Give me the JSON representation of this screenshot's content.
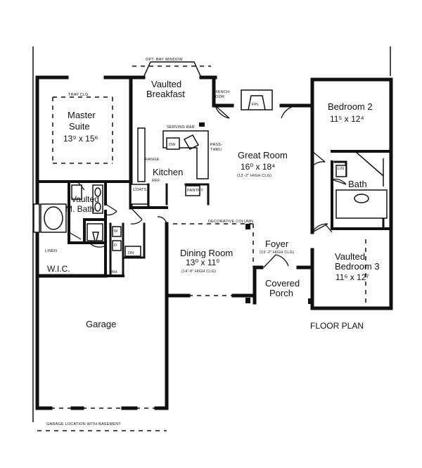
{
  "labels": {
    "opt_bay_window": "OPT. BAY WINDOW",
    "vaulted_breakfast_1": "Vaulted",
    "vaulted_breakfast_2": "Breakfast",
    "tray_clg": "TRAY CLG",
    "master_suite_1": "Master",
    "master_suite_2": "Suite",
    "master_suite_dim": "13⁹ x 15⁶",
    "french_door_1": "FRENCH",
    "french_door_2": "DOOR",
    "fpl": "FPL",
    "bedroom2": "Bedroom 2",
    "bedroom2_dim": "11⁵ x 12⁴",
    "serving_bar": "SERVING BAR",
    "dw": "DW",
    "pass_thru_1": "PASS-",
    "pass_thru_2": "THRU",
    "great_room": "Great Room",
    "great_room_dim": "16⁰ x 18⁴",
    "great_room_clg": "(13'-2\" HIGH CLG)",
    "range": "RANGE",
    "kitchen": "Kitchen",
    "ref": "REF.",
    "coats": "COATS",
    "pantry": "PANTRY",
    "lin_bath": "LIN",
    "bath": "Bath",
    "vaulted_mbath_1": "Vaulted",
    "vaulted_mbath_2": "M. Bath",
    "linen": "LINEN",
    "wic": "W.I.C.",
    "w": "W",
    "d": "D",
    "dn": "DN",
    "wh": "WH",
    "decorative_column": "DECORATIVE COLUMN",
    "dining_room": "Dining Room",
    "dining_room_dim": "13⁰ x 11⁰",
    "dining_room_clg": "(14'-8\" HIGH CLG)",
    "foyer": "Foyer",
    "foyer_clg": "(13'-2\" HIGH CLG)",
    "covered_porch_1": "Covered",
    "covered_porch_2": "Porch",
    "vaulted_bedroom3_1": "Vaulted",
    "vaulted_bedroom3_2": "Bedroom 3",
    "vaulted_bedroom3_dim": "11⁶ x 12⁷",
    "garage": "Garage",
    "floor_plan": "FLOOR PLAN",
    "garage_location": "GARAGE LOCATION WITH BASEMENT"
  }
}
